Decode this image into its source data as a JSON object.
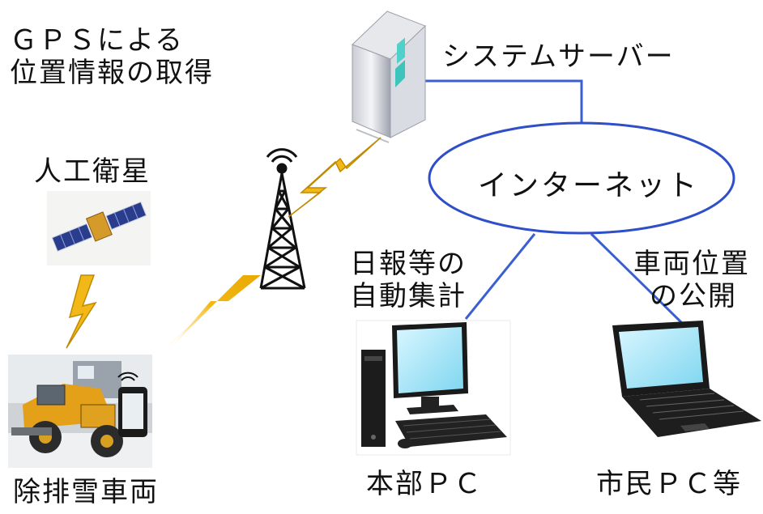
{
  "labels": {
    "gps_line1": "ＧＰＳによる",
    "gps_line2": "位置情報の取得",
    "satellite": "人工衛星",
    "server": "システムサーバー",
    "internet": "インターネット",
    "daily_line1": "日報等の",
    "daily_line2": "自動集計",
    "public_line1": "車両位置",
    "public_line2": "の公開",
    "vehicle": "除排雪車両",
    "hq_pc": "本部ＰＣ",
    "citizen_pc": "市民ＰＣ等"
  },
  "colors": {
    "link_line": "#3a5fd0",
    "cloud_stroke": "#2f4fc8",
    "lightning": "#f2b817",
    "lightning_outline": "#c08a00"
  },
  "icons": [
    "server-icon",
    "tower-icon",
    "satellite-icon",
    "vehicle-icon",
    "smartphone-icon",
    "desktop-pc-icon",
    "laptop-icon",
    "lightning-icon"
  ]
}
